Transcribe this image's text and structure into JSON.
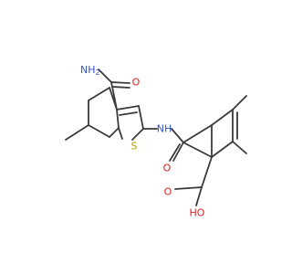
{
  "molecule": {
    "colors": {
      "bond": "#3a3a3a",
      "nitrogen": "#3355cc",
      "oxygen": "#e02020",
      "sulfur": "#b8a000"
    },
    "labels": {
      "amide_nh2": "NH",
      "amide_nh2_sub": "2",
      "amide1_o": "O",
      "amide_nh": "NH",
      "amide2_o": "O",
      "sulfur": "S",
      "acid_o": "O",
      "acid_oh": "HO"
    }
  }
}
